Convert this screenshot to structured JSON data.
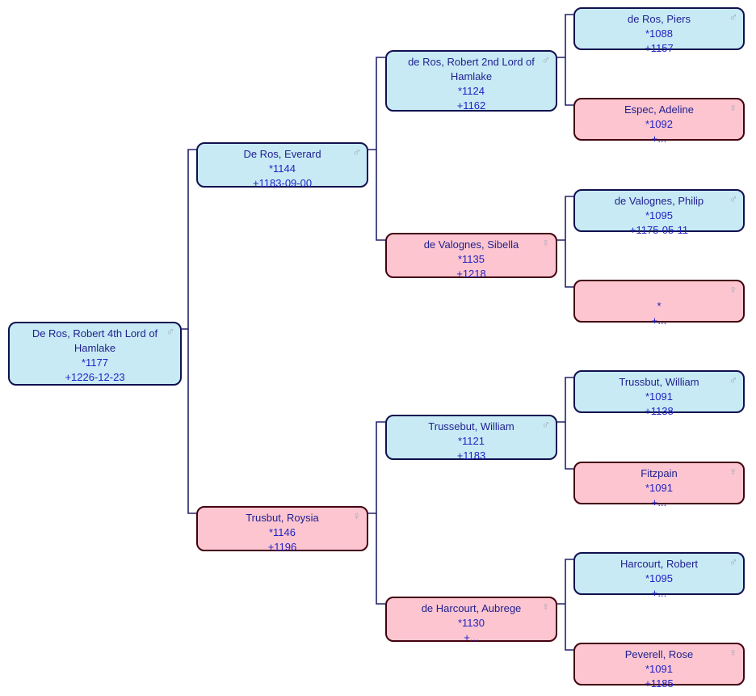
{
  "colors": {
    "male_fill": "#c7eaf5",
    "male_border": "#10104f",
    "female_fill": "#fcc5d0",
    "female_border": "#42000f",
    "name_text": "#1f1f8f",
    "date_text": "#2222c4",
    "gender_symbol": "#9fa8b0",
    "connector": "#22226b",
    "background": "#ffffff"
  },
  "persons": [
    {
      "name": "De Ros, Robert 4th Lord of Hamlake",
      "birth": "*1177",
      "death": "+1226-12-23",
      "sex": "male",
      "gender_symbol": "♂"
    },
    {
      "name": "De Ros, Everard",
      "birth": "*1144",
      "death": "+1183-09-00",
      "sex": "male",
      "gender_symbol": "♂"
    },
    {
      "name": "Trusbut, Roysia",
      "birth": "*1146",
      "death": "+1196",
      "sex": "female",
      "gender_symbol": "♀"
    },
    {
      "name": "de Ros, Robert 2nd Lord of Hamlake",
      "birth": "*1124",
      "death": "+1162",
      "sex": "male",
      "gender_symbol": "♂"
    },
    {
      "name": "de Valognes, Sibella",
      "birth": "*1135",
      "death": "+1218",
      "sex": "female",
      "gender_symbol": "♀"
    },
    {
      "name": "Trussebut, William",
      "birth": "*1121",
      "death": "+1183",
      "sex": "male",
      "gender_symbol": "♂"
    },
    {
      "name": "de Harcourt, Aubrege",
      "birth": "*1130",
      "death": "+...",
      "sex": "female",
      "gender_symbol": "♀"
    },
    {
      "name": "de Ros, Piers",
      "birth": "*1088",
      "death": "+1157",
      "sex": "male",
      "gender_symbol": "♂"
    },
    {
      "name": "Espec, Adeline",
      "birth": "*1092",
      "death": "+...",
      "sex": "female",
      "gender_symbol": "♀"
    },
    {
      "name": "de Valognes, Philip",
      "birth": "*1095",
      "death": "+1175-05-11",
      "sex": "male",
      "gender_symbol": "♂"
    },
    {
      "name": "",
      "birth": "*",
      "death": "+...",
      "sex": "female",
      "gender_symbol": "♀"
    },
    {
      "name": "Trussbut, William",
      "birth": "*1091",
      "death": "+1138",
      "sex": "male",
      "gender_symbol": "♂"
    },
    {
      "name": "Fitzpain",
      "birth": "*1091",
      "death": "+...",
      "sex": "female",
      "gender_symbol": "♀"
    },
    {
      "name": "Harcourt, Robert",
      "birth": "*1095",
      "death": "+...",
      "sex": "male",
      "gender_symbol": "♂"
    },
    {
      "name": "Peverell, Rose",
      "birth": "*1091",
      "death": "+1185",
      "sex": "female",
      "gender_symbol": "♀"
    }
  ]
}
